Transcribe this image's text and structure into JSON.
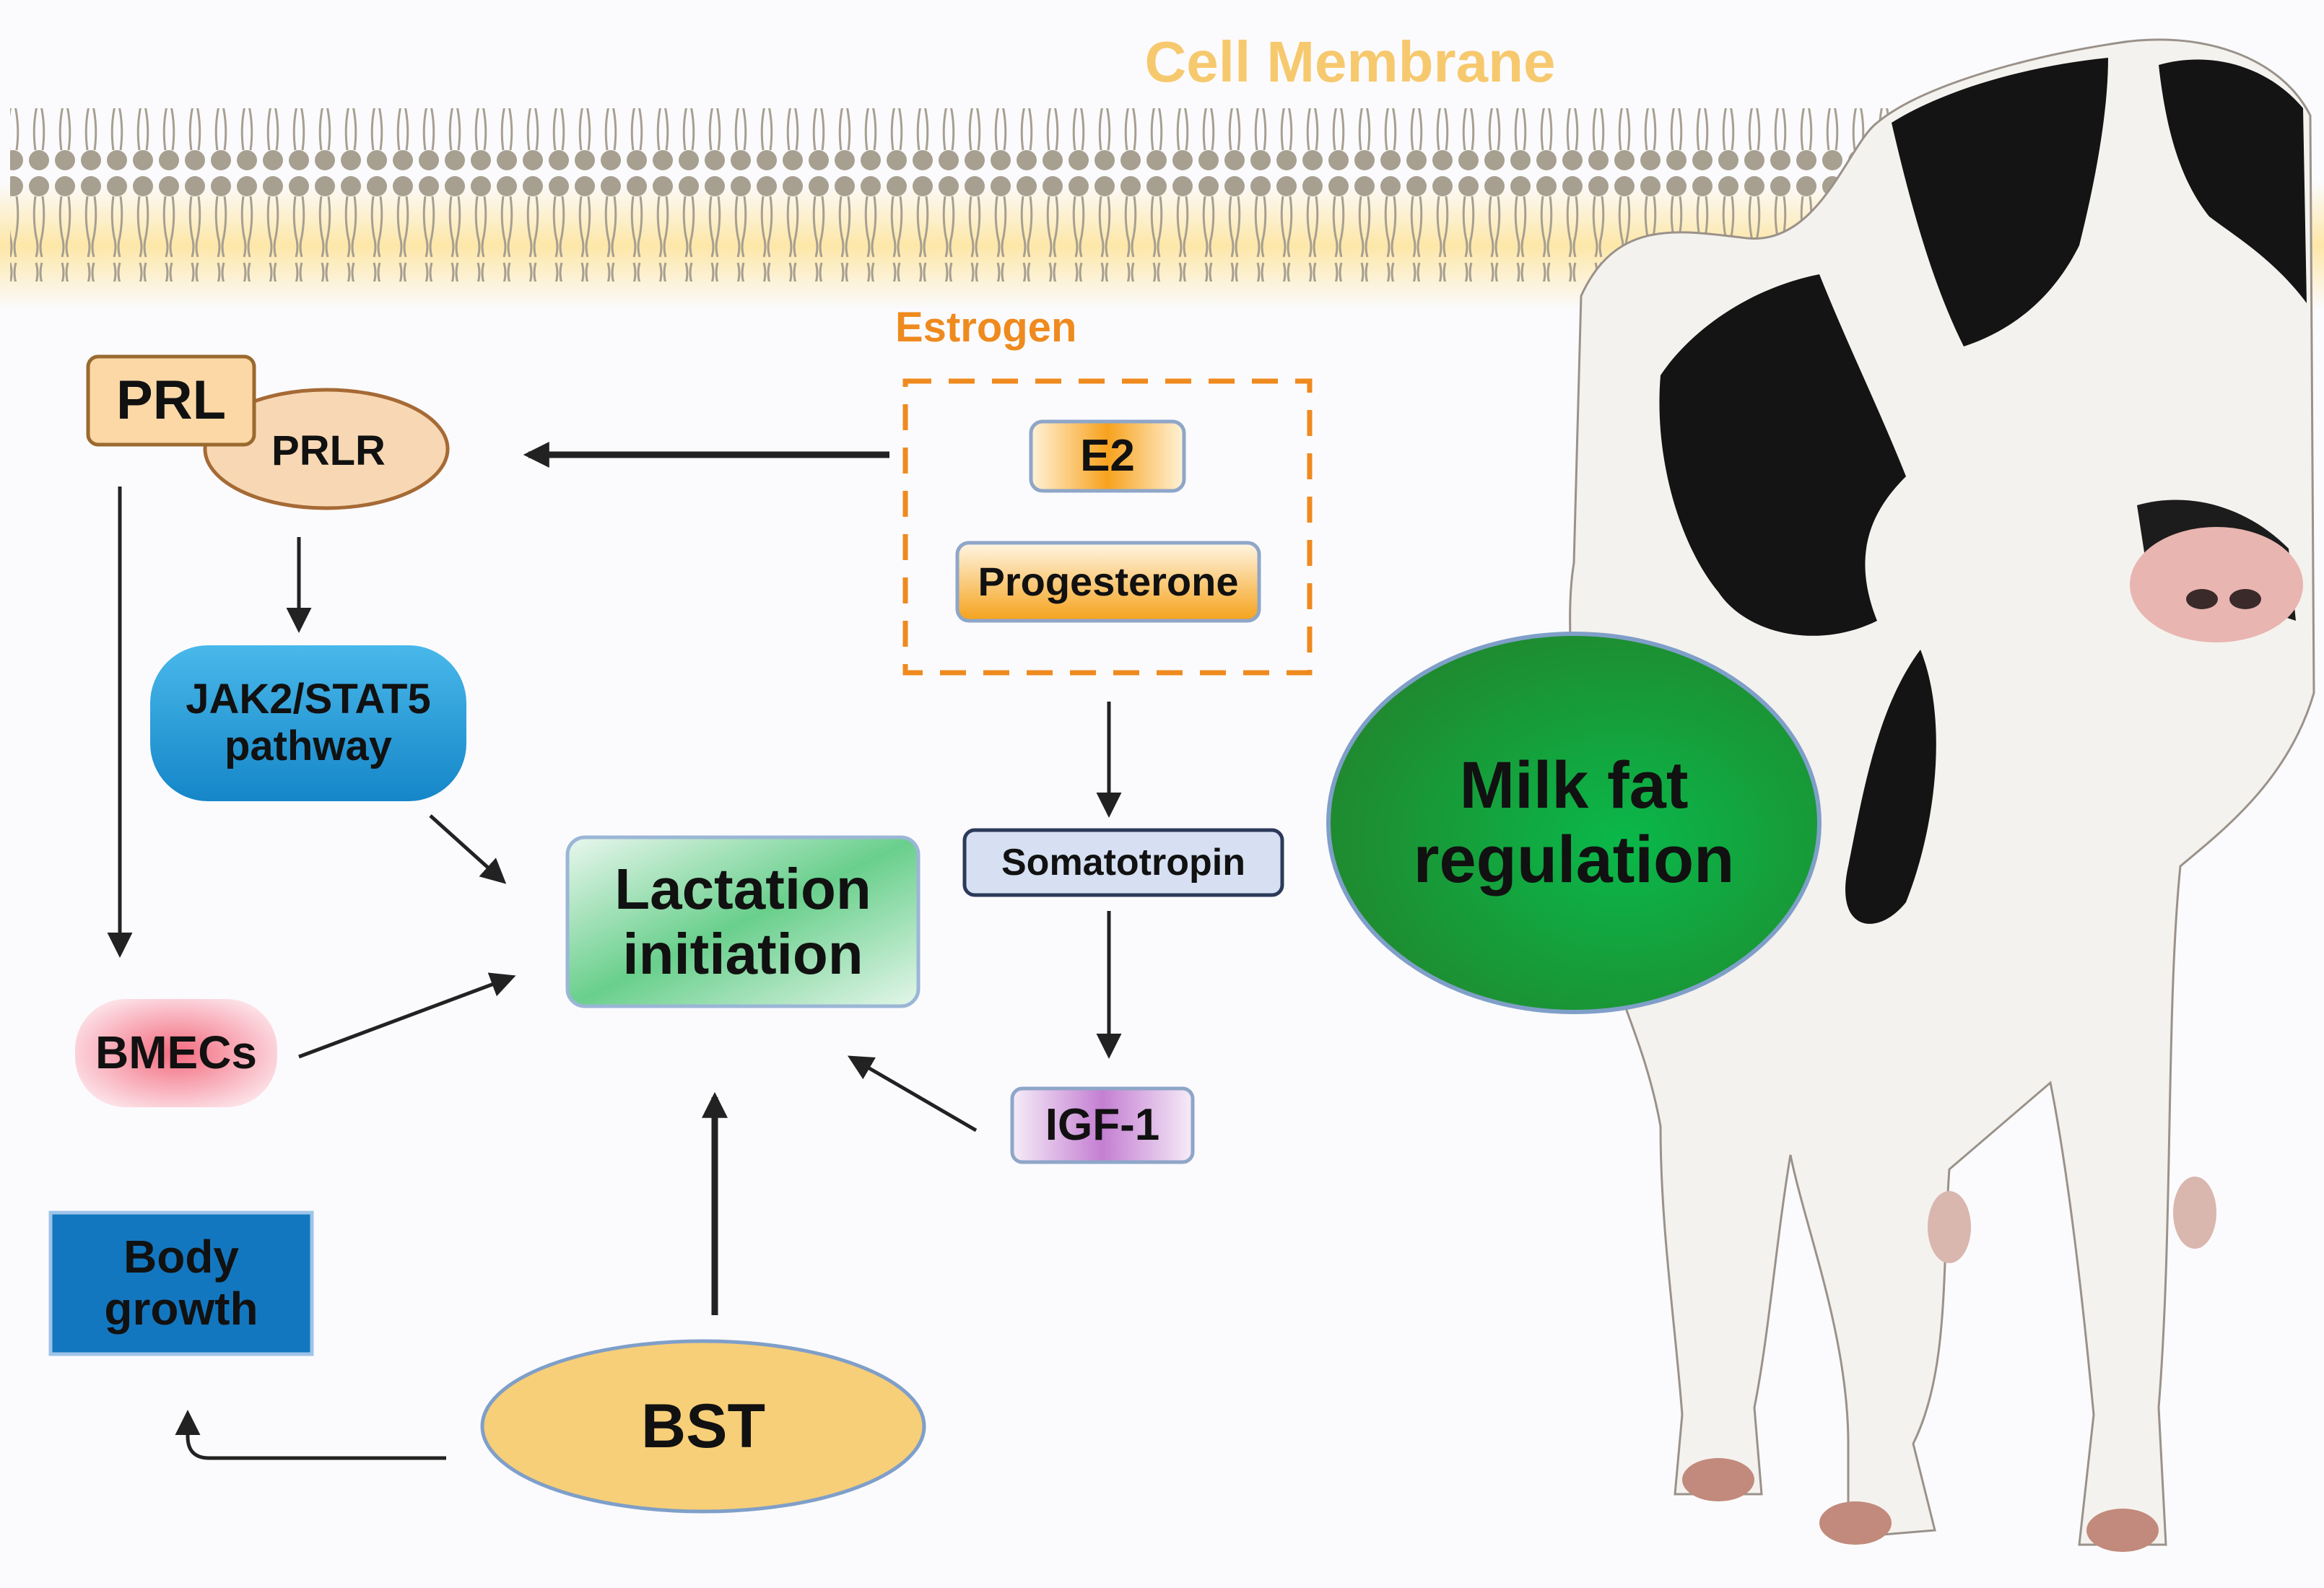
{
  "membrane": {
    "title": "Cell Membrane"
  },
  "estrogen": {
    "title": "Estrogen",
    "e2": "E2",
    "progesterone": "Progesterone"
  },
  "prl": {
    "ligand": "PRL",
    "receptor": "PRLR"
  },
  "jak": {
    "line1": "JAK2/STAT5",
    "line2": "pathway"
  },
  "lactation": {
    "line1": "Lactation",
    "line2": "initiation"
  },
  "somatotropin": "Somatotropin",
  "igf": "IGF-1",
  "bmecs": "BMECs",
  "body_growth": {
    "line1": "Body",
    "line2": "growth"
  },
  "bst": "BST",
  "milk_fat": {
    "line1": "Milk fat",
    "line2": "regulation"
  },
  "colors": {
    "membrane_head": "#a79f90",
    "membrane_glow": "#fbe3a0",
    "estrogen_orange": "#ef8a1e",
    "milk_green": "#1aaa45",
    "jak_blue": "#1e9ad6",
    "body_growth_blue": "#1377c0",
    "bst_yellow": "#f7cf78"
  }
}
